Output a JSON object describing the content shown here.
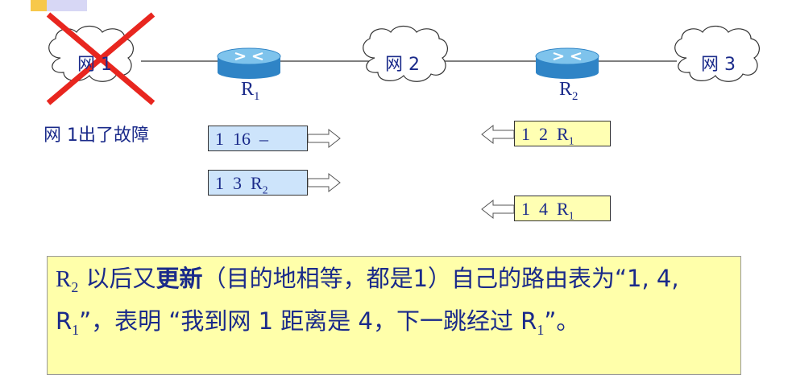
{
  "networks": [
    {
      "id": "net1",
      "label": "网 1",
      "failed": true
    },
    {
      "id": "net2",
      "label": "网 2",
      "failed": false
    },
    {
      "id": "net3",
      "label": "网 3",
      "failed": false
    }
  ],
  "routers": [
    {
      "id": "r1",
      "name": "R",
      "sub": "1"
    },
    {
      "id": "r2",
      "name": "R",
      "sub": "2"
    }
  ],
  "fault_note": "网 1出了故障",
  "r1_updates": [
    {
      "net": "1",
      "dist": "16",
      "next": "–",
      "next_sub": ""
    },
    {
      "net": "1",
      "dist": "3",
      "next": "R",
      "next_sub": "2"
    }
  ],
  "r2_updates": [
    {
      "net": "1",
      "dist": "2",
      "next": "R",
      "next_sub": "1"
    },
    {
      "net": "1",
      "dist": "4",
      "next": "R",
      "next_sub": "1"
    }
  ],
  "explanation": {
    "r_name": "R",
    "r_sub": "2",
    "part1": " 以后又",
    "keyword": "更新",
    "part2": "（目的地相等，都是1）自己的路由表为“1, 4, R",
    "sub1": "1",
    "part3": "”，表明 “我到网 1 距离是 4，下一跳经过 R",
    "sub2": "1",
    "part4": "”。"
  },
  "colors": {
    "text": "#1a2a8a",
    "cross": "#e8261f",
    "blue_box": "#cde4fb",
    "yellow_box": "#ffffb3",
    "explain_bg": "#ffffaa",
    "router_top": "#7ec3ec",
    "router_body": "#2f84c6"
  }
}
